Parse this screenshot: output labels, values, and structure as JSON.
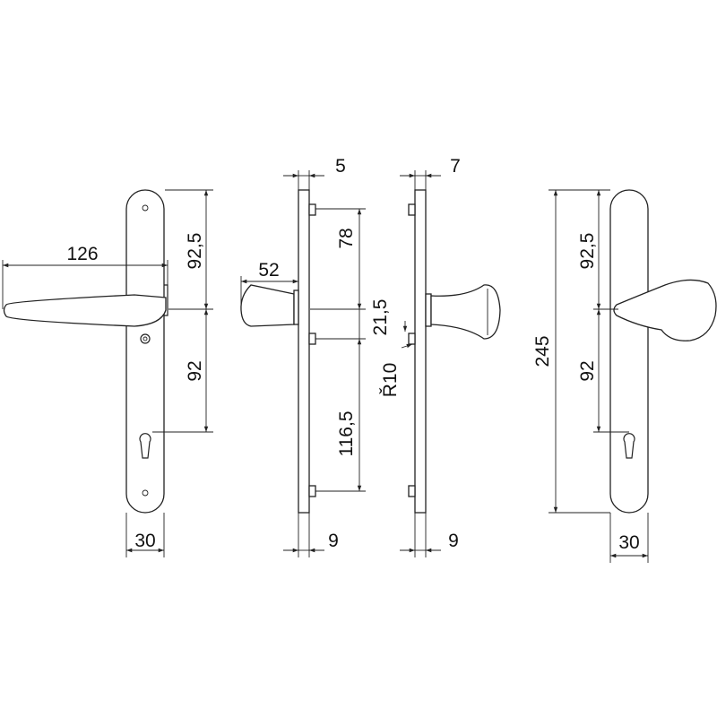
{
  "drawing": {
    "view_front_handle": {
      "handle_length": "126",
      "upper_distance": "92,5",
      "lower_distance": "92",
      "plate_width": "30"
    },
    "view_side_handle": {
      "handle_projection": "52",
      "plate_thickness": "5",
      "plate_depth": "9",
      "upper_hole_spacing": "78",
      "middle_spacing": "21,5",
      "lower_hole_spacing": "116,5"
    },
    "view_side_knob": {
      "plate_thickness": "7",
      "plate_depth": "9",
      "radius": "Ř10"
    },
    "view_front_knob": {
      "total_height": "245",
      "upper_distance": "92,5",
      "lower_distance": "92",
      "plate_width": "30"
    }
  }
}
